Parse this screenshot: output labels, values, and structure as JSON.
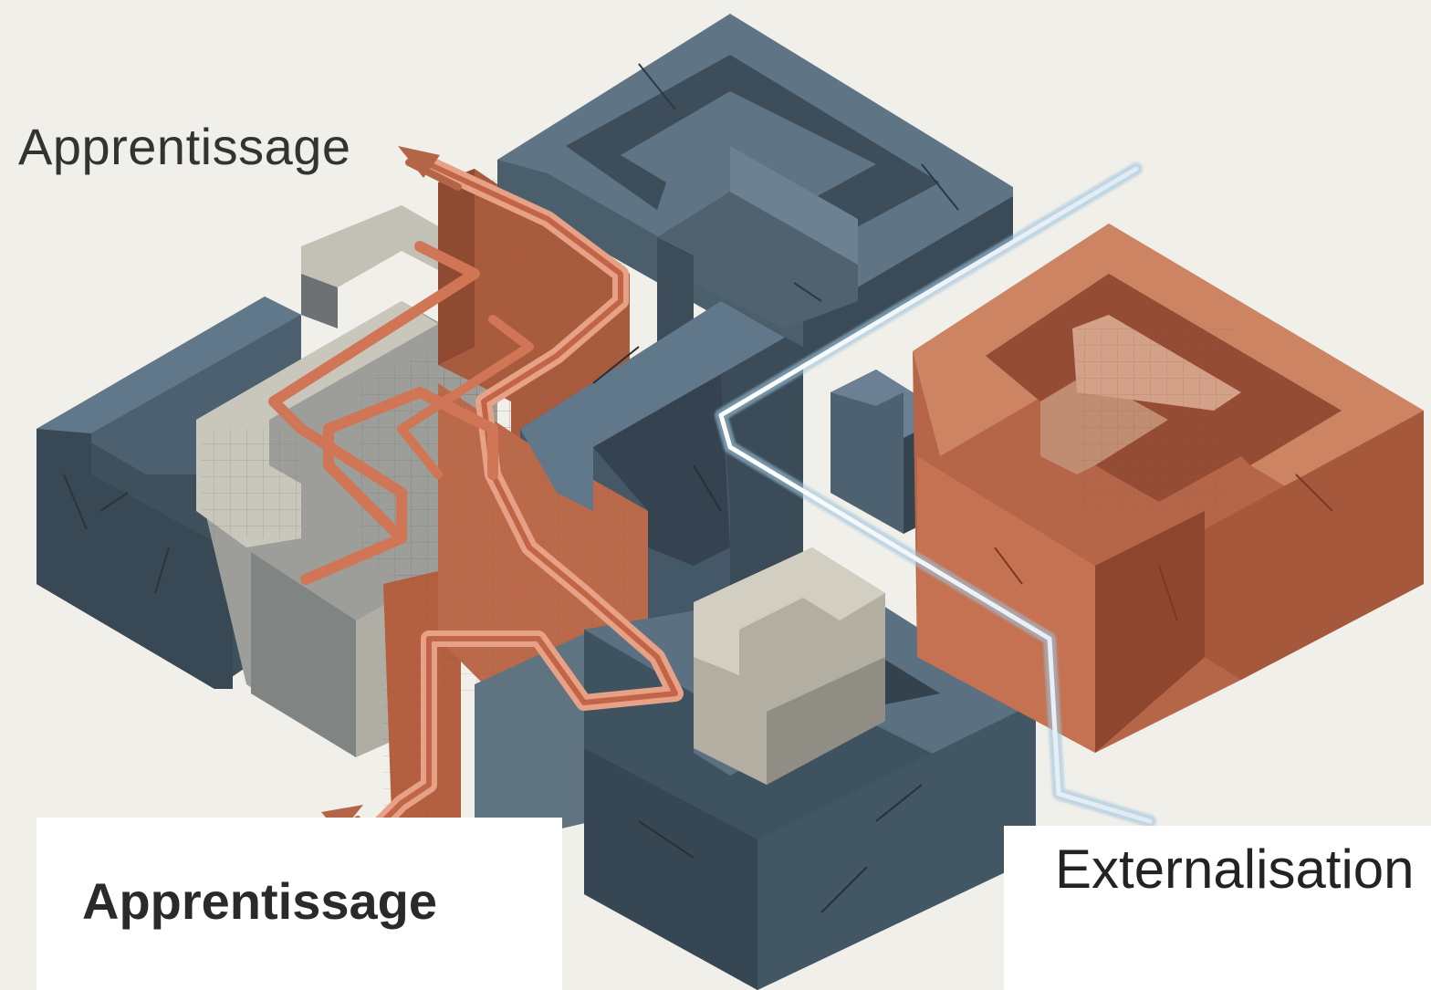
{
  "labels": {
    "top": "Apprentissage",
    "bottom": "Apprentissage",
    "right": "Externalisation"
  },
  "colors": {
    "background": "#f1efe9",
    "slate_top": "#5b6f7e",
    "slate_side": "#3e4f5c",
    "slate_dark": "#2e3c47",
    "brick_top": "#c7795a",
    "brick_side": "#a85a3d",
    "concrete_top": "#b9b7ae",
    "concrete_side": "#8e908c",
    "path_orange": "#d98a6c",
    "path_blue": "#e8f1f8",
    "text": "#2b2b2b"
  },
  "icons": {
    "top_arrow": "arrow-up-left-icon",
    "bottom_arrow": "arrow-up-right-icon"
  }
}
